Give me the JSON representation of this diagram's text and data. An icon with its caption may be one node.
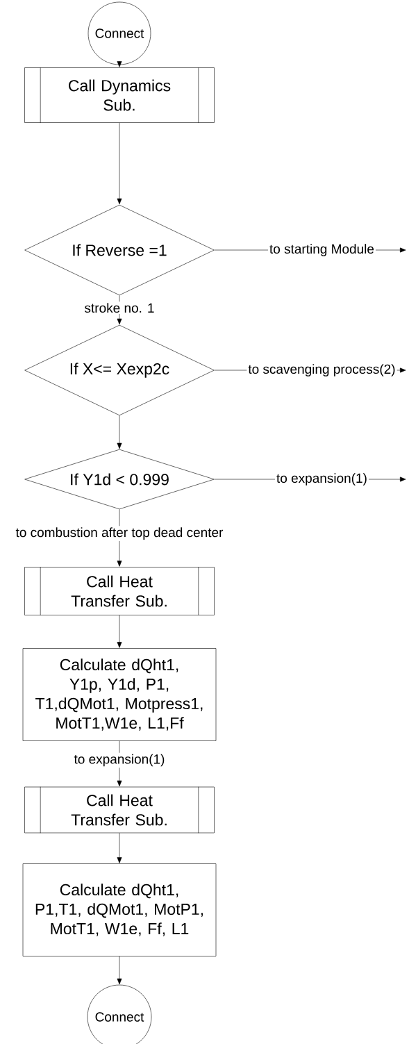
{
  "diagram": {
    "nodes": [
      {
        "text": [
          "Connect"
        ]
      },
      {
        "text": [
          "Call Dynamics Sub."
        ]
      },
      {
        "text": [
          "If Reverse =1"
        ]
      },
      {
        "text": [
          "If X<= Xexp2c"
        ]
      },
      {
        "text": [
          "If Y1d < 0.999"
        ]
      },
      {
        "text": [
          "Call Heat Transfer Sub."
        ]
      },
      {
        "text": [
          "Calculate dQht1, Y1p, Y1d, P1, T1,dQMot1, Motpress1, MotT1,W1e, L1,Ff"
        ]
      },
      {
        "text": [
          "Call Heat Transfer Sub."
        ]
      },
      {
        "text": [
          "Calculate dQht1, P1,T1, dQMot1, MotP1, MotT1, W1e, Ff, L1"
        ]
      },
      {
        "text": [
          "Connect"
        ]
      }
    ],
    "edges": [
      {
        "from": 0,
        "to": 1,
        "arrow": "to"
      },
      {
        "from": 1,
        "to": 2,
        "arrow": "to"
      },
      {
        "from": 2,
        "to": null,
        "arrow": "to",
        "label": "to starting Module"
      },
      {
        "from": 2,
        "to": 3,
        "arrow": "to",
        "label": "stroke no. 1"
      },
      {
        "from": 3,
        "to": null,
        "arrow": "to",
        "label": "to scavenging process(2)"
      },
      {
        "from": 3,
        "to": 4,
        "arrow": "to"
      },
      {
        "from": 4,
        "to": null,
        "arrow": "to",
        "label": "to expansion(1)"
      },
      {
        "from": 4,
        "to": 5,
        "arrow": "to",
        "label": "to combustion after top dead center"
      },
      {
        "from": 5,
        "to": 6,
        "arrow": "to"
      },
      {
        "from": 6,
        "to": 7,
        "arrow": "to",
        "label": "to expansion(1)"
      },
      {
        "from": 7,
        "to": 8,
        "arrow": "to"
      },
      {
        "from": 8,
        "to": 9,
        "arrow": "to"
      }
    ]
  }
}
